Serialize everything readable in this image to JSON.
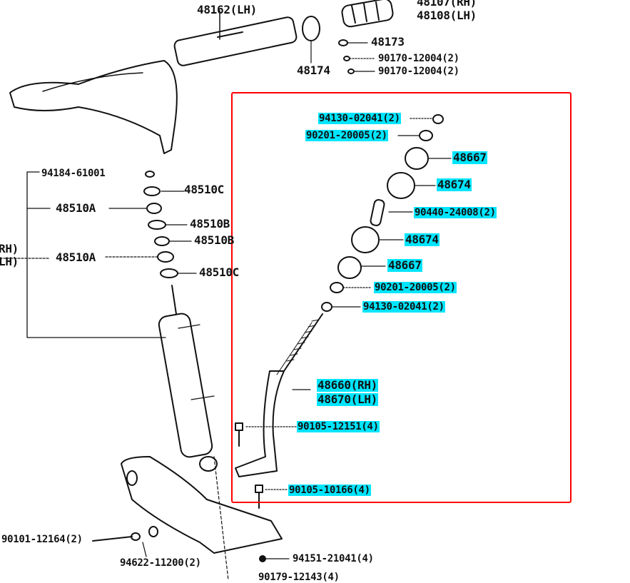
{
  "highlight_color": "#00e5ff",
  "frame_color": "#ff0000",
  "labels": {
    "p48162_lh": "48162(LH)",
    "p48107_rh": "48107(RH)",
    "p48108_lh": "48108(LH)",
    "p48173": "48173",
    "p48174": "48174",
    "p90170_a": "90170-12004(2)",
    "p90170_b": "90170-12004(2)",
    "p94184": "94184-61001",
    "p48510c_top": "48510C",
    "p48510a_top": "48510A",
    "p48510b_1": "48510B",
    "p48510b_2": "48510B",
    "p48510a_mid": "48510A",
    "p48510c_bot": "48510C",
    "p_rh_cut": "RH)",
    "p_lh_cut": "LH)",
    "p94130_top": "94130-02041(2)",
    "p90201_top": "90201-20005(2)",
    "p48667_top": "48667",
    "p48674_top": "48674",
    "p90440": "90440-24008(2)",
    "p48674_bot": "48674",
    "p48667_bot": "48667",
    "p90201_bot": "90201-20005(2)",
    "p94130_bot": "94130-02041(2)",
    "p48660_rh": "48660(RH)",
    "p48670_lh": "48670(LH)",
    "p90105_12151": "90105-12151(4)",
    "p90105_10166": "90105-10166(4)",
    "p90101": "90101-12164(2)",
    "p94622": "94622-11200(2)",
    "p94151": "94151-21041(4)",
    "p90179": "90179-12143(4)"
  }
}
